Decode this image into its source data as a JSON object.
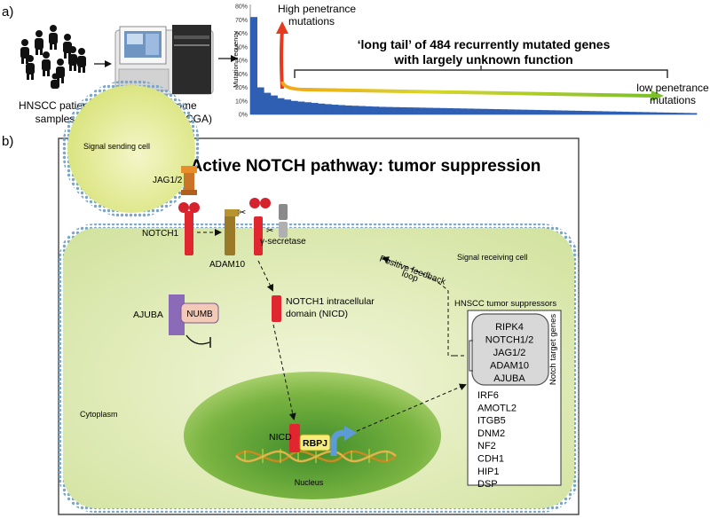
{
  "panel_a": {
    "label": "a)",
    "patients_caption_1": "HNSCC patient",
    "patients_caption_2": "samples",
    "sequencer_caption_1": "Whole exome",
    "sequencer_caption_2": "Sequencing (TCGA)",
    "high_penetrance_1": "High penetrance",
    "high_penetrance_2": "mutations",
    "long_tail_1": "‘long tail’ of 484 recurrently mutated genes",
    "long_tail_2": "with largely unknown function",
    "low_penetrance_1": "low penetrance",
    "low_penetrance_2": "mutations"
  },
  "chart_data": {
    "type": "bar",
    "ylabel": "Mutation frequency",
    "ylim": [
      0,
      80
    ],
    "y_ticks": [
      "0%",
      "10%",
      "20%",
      "30%",
      "40%",
      "50%",
      "60%",
      "70%",
      "80%"
    ],
    "values": [
      72,
      20,
      16,
      14,
      12,
      11,
      10,
      9.5,
      9,
      8.5,
      8,
      7.6,
      7.2,
      6.9,
      6.6,
      6.4,
      6.2,
      6,
      5.8,
      5.6,
      5.5,
      5.4,
      5.3,
      5.2,
      5.1,
      5,
      4.9,
      4.8,
      4.7,
      4.6,
      4.5,
      4.4,
      4.3,
      4.2,
      4.1,
      4,
      3.9,
      3.8,
      3.7,
      3.6,
      3.5,
      3.4,
      3.3,
      3.2,
      3.1,
      3,
      2.9,
      2.8,
      2.7,
      2.6,
      2.5,
      2.4,
      2.3,
      2.2,
      2.1,
      2,
      1.9,
      1.8,
      1.7,
      1.6,
      1.5,
      1.4,
      1.3,
      1.2,
      1.1,
      1
    ]
  },
  "panel_b": {
    "label": "b)",
    "title": "Active NOTCH pathway: tumor suppression",
    "signal_sending_cell": "Signal sending cell",
    "signal_receiving_cell": "Signal receiving cell",
    "jag": "JAG1/2",
    "notch1": "NOTCH1",
    "adam10": "ADAM10",
    "gamma_secretase": "γ-secretase",
    "nicd_label_1": "NOTCH1 intracellular",
    "nicd_label_2": "domain (NICD)",
    "ajuba": "AJUBA",
    "numb": "NUMB",
    "cytoplasm": "Cytoplasm",
    "nucleus": "Nucleus",
    "nicd": "NICD",
    "rbpj": "RBPJ",
    "feedback_1": "Positive feedback",
    "feedback_2": "loop",
    "tumor_suppressors_title": "HNSCC tumor suppressors",
    "notch_targets_label": "Notch target genes",
    "notch_targets": [
      "RIPK4",
      "NOTCH1/2",
      "JAG1/2",
      "ADAM10",
      "AJUBA"
    ],
    "other_suppressors": [
      "IRF6",
      "AMOTL2",
      "ITGB5",
      "DNM2",
      "NF2",
      "CDH1",
      "HIP1",
      "DSP"
    ]
  },
  "colors": {
    "bar_blue": "#2f5fb3",
    "arrow_red": "#e53a1f",
    "arrow_green": "#7cbf2a",
    "cell_green": "#dfe9b0",
    "nucleus_green": "#6aa533",
    "receptor_red": "#e0262e"
  }
}
